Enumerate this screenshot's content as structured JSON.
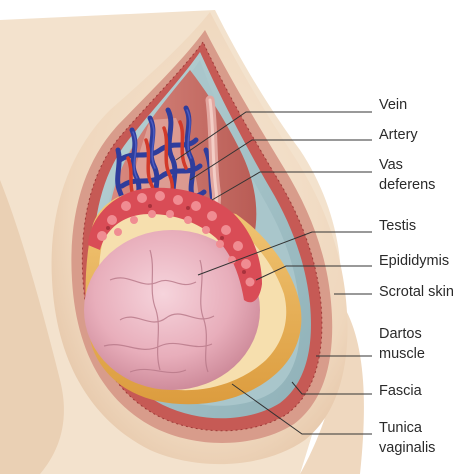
{
  "labels": {
    "vein": "Vein",
    "artery": "Artery",
    "vas_deferens_1": "Vas",
    "vas_deferens_2": "deferens",
    "testis": "Testis",
    "epididymis": "Epididymis",
    "scrotal_skin": "Scrotal skin",
    "dartos_1": "Dartos",
    "dartos_2": "muscle",
    "fascia": "Fascia",
    "tunica_1": "Tunica",
    "tunica_2": "vaginalis"
  },
  "colors": {
    "skin": "#f1dcc4",
    "skin_shadow": "#e2c2a4",
    "outer_layer": "#d9a08e",
    "dartos": "#c9605a",
    "fascia": "#9fbcc2",
    "tunica": "#e9b35a",
    "testis": "#e9b2c0",
    "epididymis": "#d94c56",
    "vein": "#2f3d9c",
    "artery": "#d23a2a",
    "leader_line": "#333333"
  }
}
